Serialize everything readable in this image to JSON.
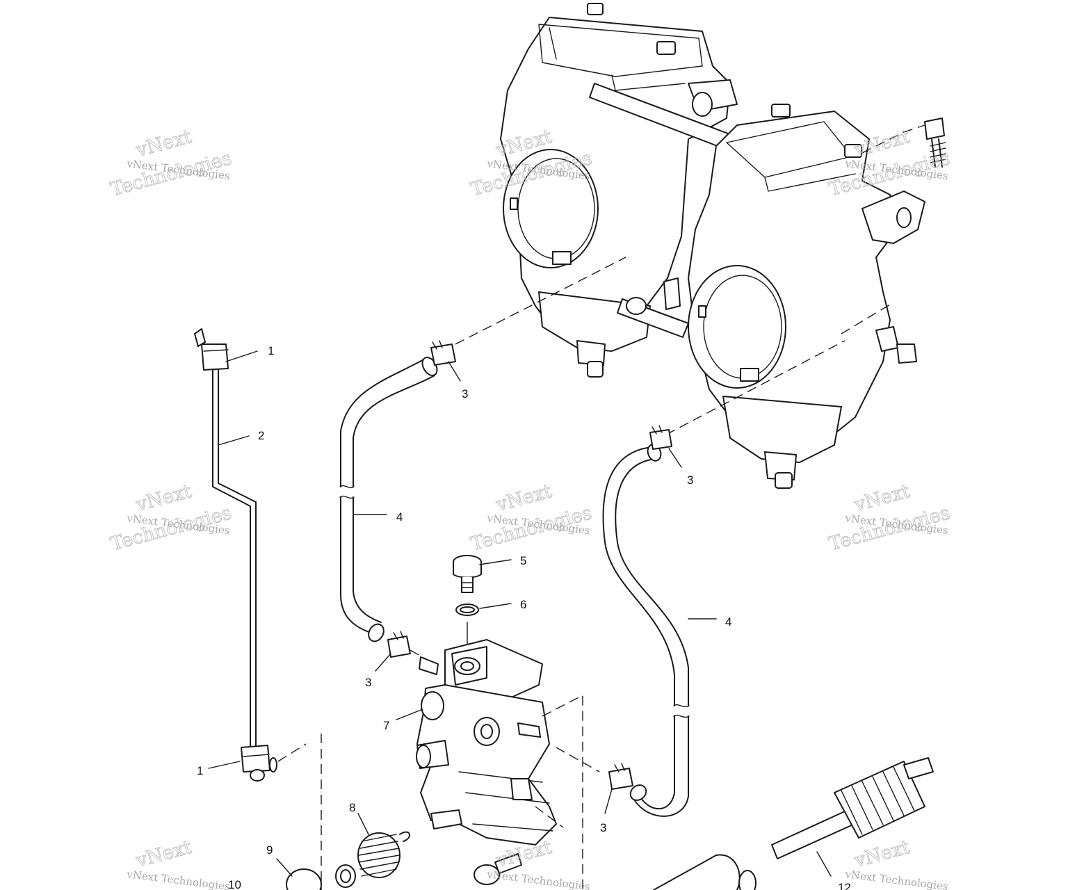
{
  "callouts": [
    {
      "id": "c1a",
      "label": "1"
    },
    {
      "id": "c2",
      "label": "2"
    },
    {
      "id": "c3a",
      "label": "3"
    },
    {
      "id": "c3b",
      "label": "3"
    },
    {
      "id": "c4a",
      "label": "4"
    },
    {
      "id": "c4b",
      "label": "4"
    },
    {
      "id": "c5",
      "label": "5"
    },
    {
      "id": "c6",
      "label": "6"
    },
    {
      "id": "c3c",
      "label": "3"
    },
    {
      "id": "c7",
      "label": "7"
    },
    {
      "id": "c1b",
      "label": "1"
    },
    {
      "id": "c8",
      "label": "8"
    },
    {
      "id": "c3d",
      "label": "3"
    },
    {
      "id": "c9",
      "label": "9"
    },
    {
      "id": "c10",
      "label": "10"
    },
    {
      "id": "c12",
      "label": "12"
    }
  ],
  "watermark": {
    "small": "vNext Technologies",
    "big_line1": "vNext",
    "big_line2": "Technologies"
  }
}
